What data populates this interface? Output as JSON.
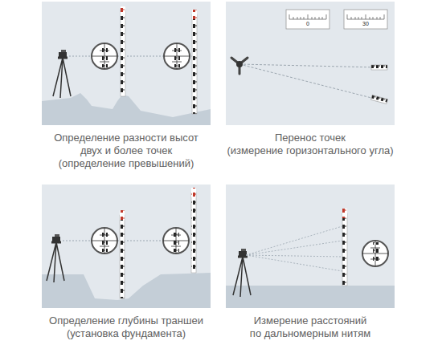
{
  "diagram": {
    "nodes": [
      {
        "text": [
          "Определение разности высот двух и более точек",
          "(определение превышений)"
        ]
      },
      {
        "text": [
          "Перенос точек",
          "(измерение горизонтального угла)"
        ]
      },
      {
        "text": [
          "Определение глубины траншеи",
          "(установка фундамента)"
        ]
      },
      {
        "text": [
          "Измерение расстояний по дальномерным нитям"
        ]
      }
    ],
    "labels": [
      "0",
      "30"
    ]
  }
}
